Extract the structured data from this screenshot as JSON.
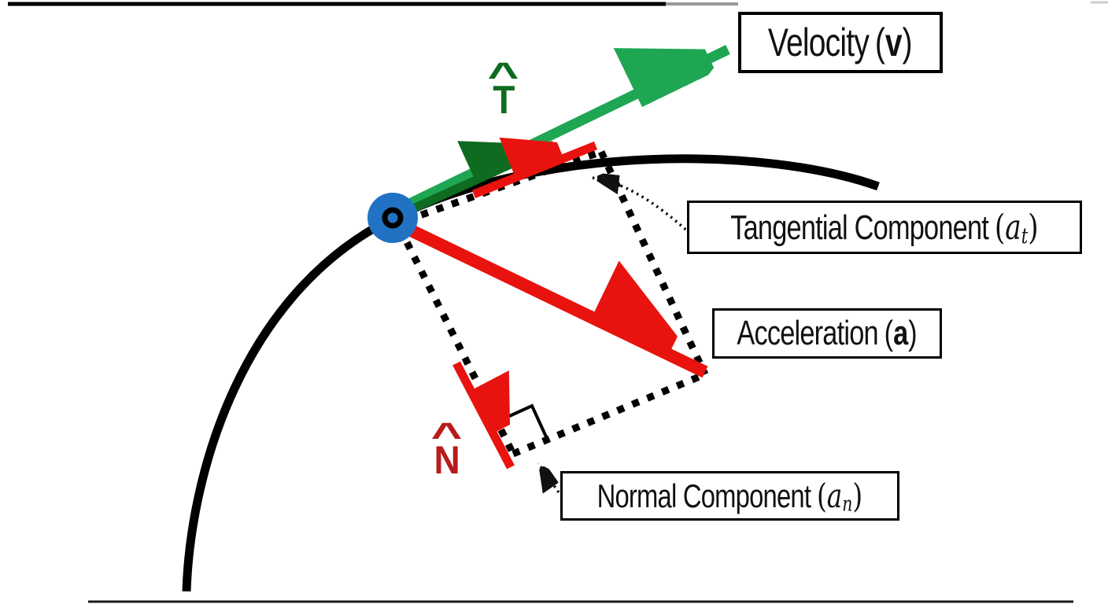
{
  "figure": {
    "description": "Velocity and acceleration decomposition on a curved trajectory",
    "labels": {
      "velocity": {
        "prefix": "Velocity",
        "math": {
          "open": "(",
          "base": "v",
          "close": ")"
        }
      },
      "tangential": {
        "prefix": "Tangential Component",
        "math": {
          "open": "(",
          "base": "a",
          "sub": "t",
          "close": ")"
        }
      },
      "acceleration": {
        "prefix": "Acceleration",
        "math": {
          "open": "(",
          "base": "a",
          "close": ")"
        }
      },
      "normal": {
        "prefix": "Normal Component",
        "math": {
          "open": "(",
          "base": "a",
          "sub": "n",
          "close": ")"
        }
      },
      "tangent_unit_vector": {
        "hat": "^",
        "letter": "T"
      },
      "normal_unit_vector": {
        "hat": "^",
        "letter": "N"
      }
    },
    "colors": {
      "velocity_green": "#1fa653",
      "tangent_dark_green": "#0e6b1f",
      "acceleration_red": "#e8130e",
      "normal_unit_red": "#b81b1b",
      "particle_blue": "#2272c3",
      "curve_black": "#000000",
      "dotted_black": "#000000",
      "leader_black": "#111111",
      "border_dark": "#000000",
      "border_fade": "#999999",
      "bottom_line": "#1a1a1a"
    }
  }
}
